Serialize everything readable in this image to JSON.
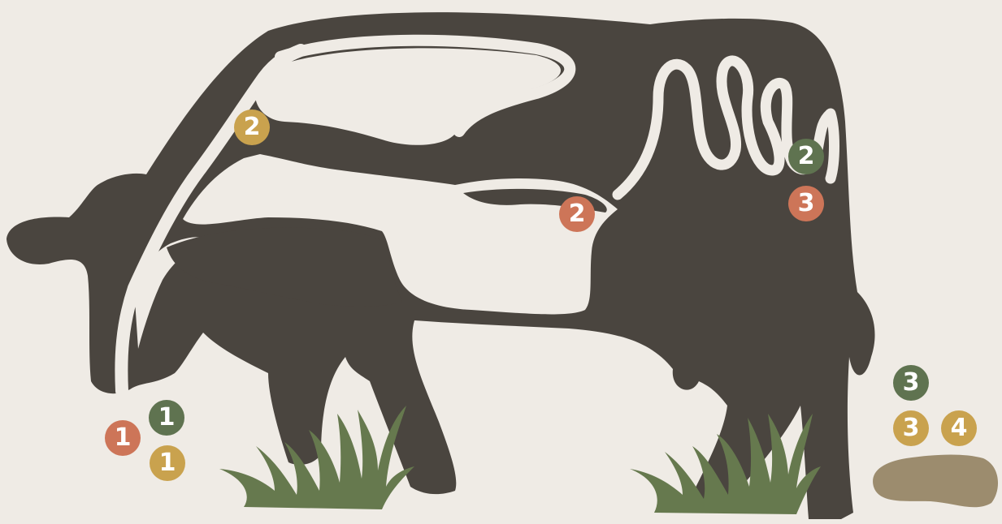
{
  "colors": {
    "background": "#efebe5",
    "cow": "#4a453f",
    "path": "#efebe5",
    "grass": "#66794e",
    "manure": "#9c8c6e",
    "marker_green": "#5f7350",
    "marker_red": "#cd7558",
    "marker_gold": "#c9a24e"
  },
  "markers": [
    {
      "id": "mouth-red",
      "label": "1",
      "color": "marker_red"
    },
    {
      "id": "mouth-green",
      "label": "1",
      "color": "marker_green"
    },
    {
      "id": "mouth-gold",
      "label": "1",
      "color": "marker_gold"
    },
    {
      "id": "neck-gold",
      "label": "2",
      "color": "marker_gold"
    },
    {
      "id": "belly-red",
      "label": "2",
      "color": "marker_red"
    },
    {
      "id": "intestine-green",
      "label": "2",
      "color": "marker_green"
    },
    {
      "id": "intestine-red",
      "label": "3",
      "color": "marker_red"
    },
    {
      "id": "manure-green",
      "label": "3",
      "color": "marker_green"
    },
    {
      "id": "manure-gold-3",
      "label": "3",
      "color": "marker_gold"
    },
    {
      "id": "manure-gold-4",
      "label": "4",
      "color": "marker_gold"
    }
  ]
}
